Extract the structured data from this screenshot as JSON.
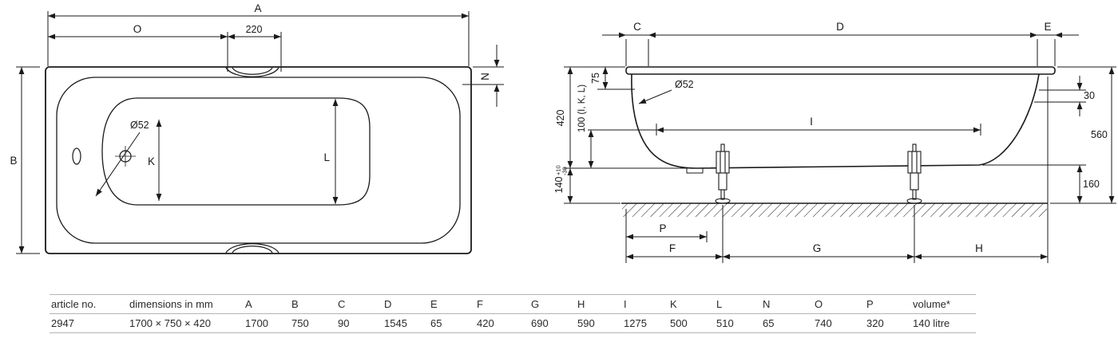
{
  "top_view": {
    "dim_a": "A",
    "dim_o": "O",
    "dim_220": "220",
    "dim_n": "N",
    "dim_b": "B",
    "drain_diameter": "Ø52",
    "dim_k": "K",
    "dim_l": "L"
  },
  "side_view": {
    "dim_c": "C",
    "dim_d": "D",
    "dim_e": "E",
    "dim_75": "75",
    "overflow_diameter": "Ø52",
    "dim_420": "420",
    "dim_100_ikl": "100 (I, K, L)",
    "dim_i": "I",
    "dim_140": "140",
    "tol_plus": "+10",
    "tol_minus": "-30",
    "dim_30": "30",
    "dim_560": "560",
    "dim_160": "160",
    "dim_p": "P",
    "dim_f": "F",
    "dim_g": "G",
    "dim_h": "H"
  },
  "table": {
    "headers": [
      "article no.",
      "dimensions in mm",
      "A",
      "B",
      "C",
      "D",
      "E",
      "F",
      "G",
      "H",
      "I",
      "K",
      "L",
      "N",
      "O",
      "P",
      "volume*"
    ],
    "values": [
      "2947",
      "1700 × 750 × 420",
      "1700",
      "750",
      "90",
      "1545",
      "65",
      "420",
      "690",
      "590",
      "1275",
      "500",
      "510",
      "65",
      "740",
      "320",
      "140 litre"
    ]
  },
  "colors": {
    "line": "#1a1a1a",
    "table_border": "#b4b4b4"
  }
}
